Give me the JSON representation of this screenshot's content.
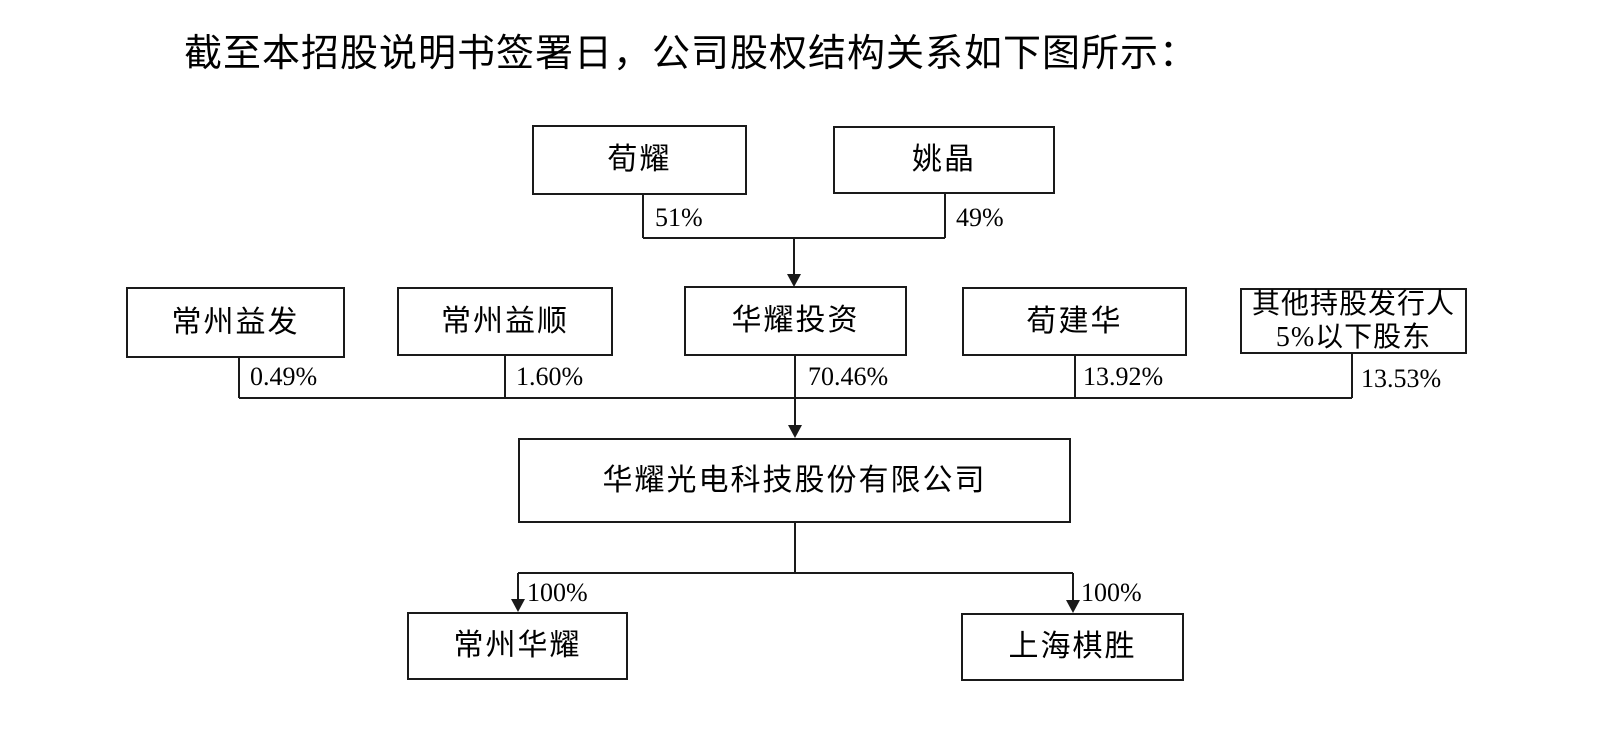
{
  "title": "截至本招股说明书签署日，公司股权结构关系如下图所示：",
  "diagram": {
    "nodes": {
      "xun_yao": {
        "label": "荀耀"
      },
      "yao_jing": {
        "label": "姚晶"
      },
      "changzhou_yifa": {
        "label": "常州益发"
      },
      "changzhou_yishun": {
        "label": "常州益顺"
      },
      "huayao_touzi": {
        "label": "华耀投资"
      },
      "xun_jianhua": {
        "label": "荀建华"
      },
      "other_shareholders": {
        "label": "其他持股发行人\n5%以下股东"
      },
      "company": {
        "label": "华耀光电科技股份有限公司"
      },
      "changzhou_huayao": {
        "label": "常州华耀"
      },
      "shanghai_qisheng": {
        "label": "上海棋胜"
      }
    },
    "edges": {
      "xun_yao_pct": "51%",
      "yao_jing_pct": "49%",
      "changzhou_yifa_pct": "0.49%",
      "changzhou_yishun_pct": "1.60%",
      "huayao_touzi_pct": "70.46%",
      "xun_jianhua_pct": "13.92%",
      "other_shareholders_pct": "13.53%",
      "changzhou_huayao_pct": "100%",
      "shanghai_qisheng_pct": "100%"
    },
    "colors": {
      "line": "#1a1a1a",
      "box_border": "#1a1a1a",
      "background": "#ffffff",
      "text": "#000000"
    }
  }
}
